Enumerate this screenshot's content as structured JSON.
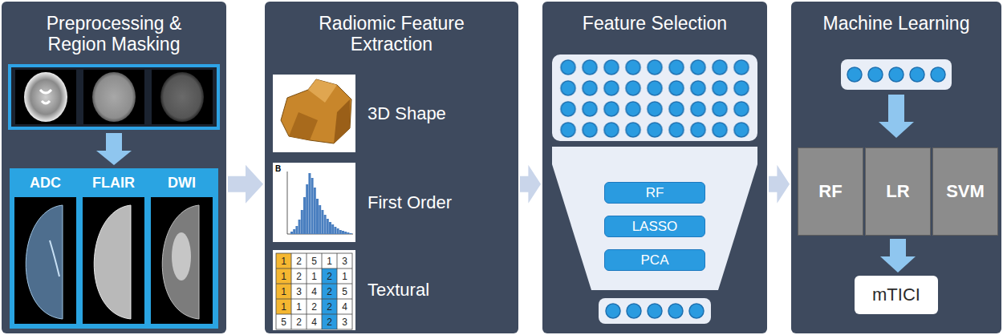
{
  "diagram": {
    "nodes": [
      {
        "text": [
          "Preprocessing & Region Masking"
        ]
      },
      {
        "text": [
          "Radiomic Feature Extraction"
        ]
      },
      {
        "text": [
          "Feature Selection"
        ]
      },
      {
        "text": [
          "RF"
        ],
        "in": 2
      },
      {
        "text": [
          "LASSO"
        ],
        "in": 2
      },
      {
        "text": [
          "PCA"
        ],
        "in": 2
      },
      {
        "text": [
          "Machine Learning"
        ]
      },
      {
        "text": [
          "RF"
        ],
        "in": 6
      },
      {
        "text": [
          "LR"
        ],
        "in": 6
      },
      {
        "text": [
          "SVM"
        ],
        "in": 6
      },
      {
        "text": [
          "mTICI"
        ],
        "in": 6
      }
    ],
    "edges": [
      {
        "from": 0,
        "to": 1,
        "arrow": "to"
      },
      {
        "from": 1,
        "to": 2,
        "arrow": "to"
      },
      {
        "from": 2,
        "to": 6,
        "arrow": "to"
      },
      {
        "from": 8,
        "to": 10,
        "arrow": "to"
      }
    ],
    "labels": [
      "ADC",
      "FLAIR",
      "DWI",
      "3D Shape",
      "B",
      "First Order",
      "Textural",
      "1",
      "2",
      "5",
      "1",
      "3",
      "1",
      "2",
      "1",
      "2",
      "1",
      "1",
      "3",
      "4",
      "2",
      "5",
      "1",
      "1",
      "2",
      "2",
      "4",
      "5",
      "2",
      "4",
      "2",
      "3"
    ]
  }
}
